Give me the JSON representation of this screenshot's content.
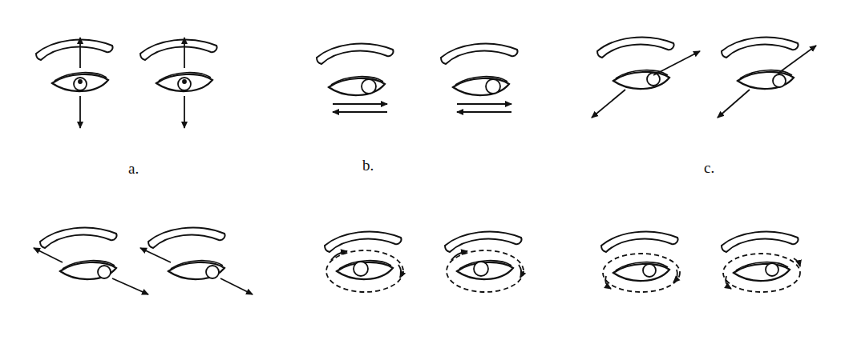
{
  "diagram": {
    "labels": [
      "a.",
      "b.",
      "c."
    ]
  }
}
